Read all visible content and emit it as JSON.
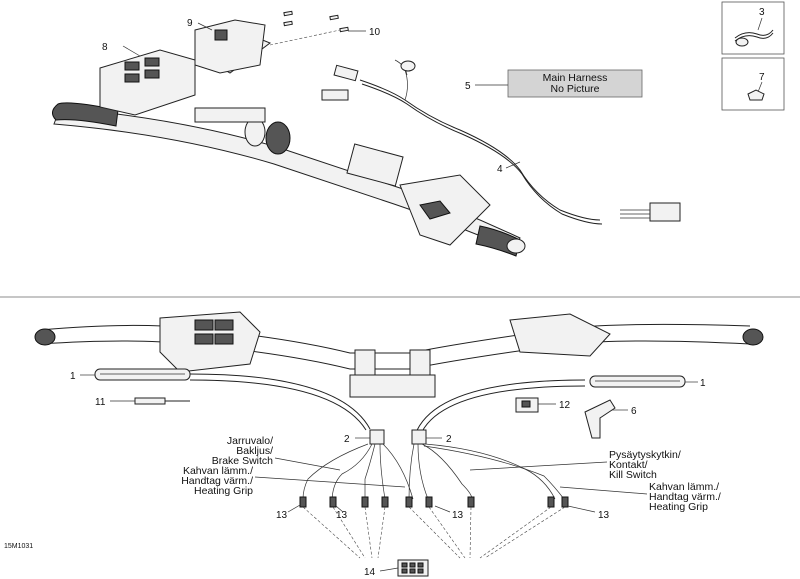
{
  "diagram_code": "15M1031",
  "notice": {
    "line1": "Main Harness",
    "line2": "No Picture"
  },
  "callouts": {
    "c1": "1",
    "c2": "2",
    "c3": "3",
    "c4": "4",
    "c5": "5",
    "c6": "6",
    "c7": "7",
    "c8": "8",
    "c9": "9",
    "c10": "10",
    "c11": "11",
    "c12": "12",
    "c13": "13",
    "c14": "14"
  },
  "captions": {
    "brake": [
      "Jarruvalo/",
      "Bakljus/",
      "Brake Switch"
    ],
    "heating_left": [
      "Kahvan lämm./",
      "Handtag värm./",
      "Heating Grip"
    ],
    "kill": [
      "Pysäytyskytkin/",
      "Kontakt/",
      "Kill Switch"
    ],
    "heating_right": [
      "Kahvan lämm./",
      "Handtag värm./",
      "Heating Grip"
    ]
  }
}
